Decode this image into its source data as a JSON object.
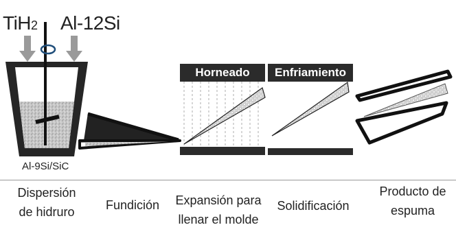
{
  "labels": {
    "tih2": "TiH",
    "tih2_sub": "2",
    "al12si": "Al-12Si",
    "al9si": "Al-9Si/SiC",
    "horneado": "Horneado",
    "enfriamiento": "Enfriamiento"
  },
  "captions": {
    "step1_line1": "Dispersión",
    "step1_line2": "de hidruro",
    "step2": "Fundición",
    "step3_line1": "Expansión para",
    "step3_line2": "llenar el molde",
    "step4": "Solidificación",
    "step5_line1": "Producto de",
    "step5_line2": "espuma"
  }
}
